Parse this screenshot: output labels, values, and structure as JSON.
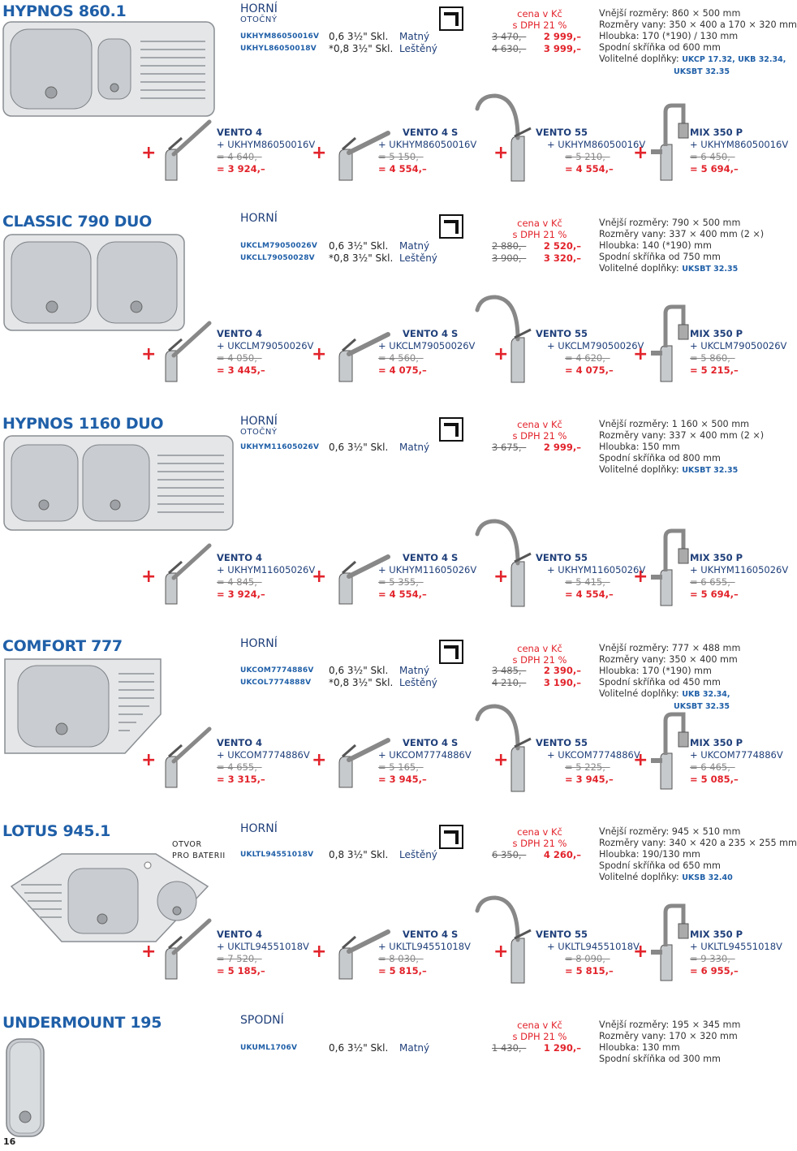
{
  "page_number": "16",
  "products": [
    {
      "title": "HYPNOS 860.1",
      "mount": "HORNÍ",
      "mount_sub": "OTOČNÝ",
      "variants": [
        {
          "code": "UKHYM86050016V",
          "thickness": "0,6",
          "size": "3½\"",
          "skl": "Skl.",
          "finish": "Matný",
          "old": "3 470,–",
          "new": "2 999,–"
        },
        {
          "code": "UKHYL86050018V",
          "thickness": "*0,8",
          "size": "3½\"",
          "skl": "Skl.",
          "finish": "Leštěný",
          "old": "4 630,–",
          "new": "3 999,–"
        }
      ],
      "price_head": [
        "cena v Kč",
        "s DPH 21 %"
      ],
      "specs": [
        "Vnější rozměry: 860 × 500 mm",
        "Rozměry vany: 350 × 400 a 170 × 320 mm",
        "Hloubka: 170 (*190) / 130 mm",
        "Spodní skříňka od 600 mm"
      ],
      "accessories_label": "Volitelné doplňky:",
      "accessories": [
        "UKCP 17.32, UKB 32.34,",
        "UKSBT 32.35"
      ],
      "combos": [
        {
          "name": "VENTO 4",
          "code": "+ UKHYM86050016V",
          "old": "= 4 640,–",
          "new": "= 3 924,–"
        },
        {
          "name": "VENTO 4 S",
          "code": "+ UKHYM86050016V",
          "old": "= 5 150,–",
          "new": "= 4 554,–"
        },
        {
          "name": "VENTO 55",
          "code": "+ UKHYM86050016V",
          "old": "= 5 210,–",
          "new": "= 4 554,–"
        },
        {
          "name": "MIX 350 P",
          "code": "+ UKHYM86050016V",
          "old": "= 6 450,–",
          "new": "= 5 694,–"
        }
      ]
    },
    {
      "title": "CLASSIC 790 DUO",
      "mount": "HORNÍ",
      "mount_sub": "",
      "variants": [
        {
          "code": "UKCLM79050026V",
          "thickness": "0,6",
          "size": "3½\"",
          "skl": "Skl.",
          "finish": "Matný",
          "old": "2 880,–",
          "new": "2 520,–"
        },
        {
          "code": "UKCLL79050028V",
          "thickness": "*0,8",
          "size": "3½\"",
          "skl": "Skl.",
          "finish": "Leštěný",
          "old": "3 900,–",
          "new": "3 320,–"
        }
      ],
      "price_head": [
        "cena v Kč",
        "s DPH 21 %"
      ],
      "specs": [
        "Vnější rozměry: 790 × 500 mm",
        "Rozměry vany: 337 × 400 mm (2 ×)",
        "Hloubka: 140 (*190) mm",
        "Spodní skříňka od 750 mm"
      ],
      "accessories_label": "Volitelné doplňky:",
      "accessories": [
        "UKSBT 32.35"
      ],
      "combos": [
        {
          "name": "VENTO 4",
          "code": "+ UKCLM79050026V",
          "old": "= 4 050,–",
          "new": "= 3 445,–"
        },
        {
          "name": "VENTO 4 S",
          "code": "+ UKCLM79050026V",
          "old": "= 4 560,–",
          "new": "= 4 075,–"
        },
        {
          "name": "VENTO 55",
          "code": "+ UKCLM79050026V",
          "old": "= 4 620,–",
          "new": "= 4 075,–"
        },
        {
          "name": "MIX 350 P",
          "code": "+ UKCLM79050026V",
          "old": "= 5 860,–",
          "new": "= 5 215,–"
        }
      ]
    },
    {
      "title": "HYPNOS 1160 DUO",
      "mount": "HORNÍ",
      "mount_sub": "OTOČNÝ",
      "variants": [
        {
          "code": "UKHYM11605026V",
          "thickness": "0,6",
          "size": "3½\"",
          "skl": "Skl.",
          "finish": "Matný",
          "old": "3 675,–",
          "new": "2 999,–"
        }
      ],
      "price_head": [
        "cena v Kč",
        "s DPH 21 %"
      ],
      "specs": [
        "Vnější rozměry: 1 160 × 500 mm",
        "Rozměry vany: 337 × 400 mm (2 ×)",
        "Hloubka: 150 mm",
        "Spodní skříňka od 800 mm"
      ],
      "accessories_label": "Volitelné doplňky:",
      "accessories": [
        "UKSBT 32.35"
      ],
      "combos": [
        {
          "name": "VENTO 4",
          "code": "+ UKHYM11605026V",
          "old": "= 4 845,–",
          "new": "= 3 924,–"
        },
        {
          "name": "VENTO 4 S",
          "code": "+ UKHYM11605026V",
          "old": "= 5 355,–",
          "new": "= 4 554,–"
        },
        {
          "name": "VENTO 55",
          "code": "+ UKHYM11605026V",
          "old": "= 5 415,–",
          "new": "= 4 554,–"
        },
        {
          "name": "MIX 350 P",
          "code": "+ UKHYM11605026V",
          "old": "= 6 655,–",
          "new": "= 5 694,–"
        }
      ]
    },
    {
      "title": "COMFORT 777",
      "mount": "HORNÍ",
      "mount_sub": "",
      "variants": [
        {
          "code": "UKCOM7774886V",
          "thickness": "0,6",
          "size": "3½\"",
          "skl": "Skl.",
          "finish": "Matný",
          "old": "3 485,–",
          "new": "2 390,–"
        },
        {
          "code": "UKCOL7774888V",
          "thickness": "*0,8",
          "size": "3½\"",
          "skl": "Skl.",
          "finish": "Leštěný",
          "old": "4 210,–",
          "new": "3 190,–"
        }
      ],
      "price_head": [
        "cena v Kč",
        "s DPH 21 %"
      ],
      "specs": [
        "Vnější rozměry: 777 × 488 mm",
        "Rozměry vany: 350 × 400 mm",
        "Hloubka: 170 (*190) mm",
        "Spodní skříňka od 450 mm"
      ],
      "accessories_label": "Volitelné doplňky:",
      "accessories": [
        "UKB 32.34,",
        "UKSBT 32.35"
      ],
      "combos": [
        {
          "name": "VENTO 4",
          "code": "+ UKCOM7774886V",
          "old": "= 4 655,–",
          "new": "= 3 315,–"
        },
        {
          "name": "VENTO 4 S",
          "code": "+ UKCOM7774886V",
          "old": "= 5 165,–",
          "new": "= 3 945,–"
        },
        {
          "name": "VENTO 55",
          "code": "+ UKCOM7774886V",
          "old": "= 5 225,–",
          "new": "= 3 945,–"
        },
        {
          "name": "MIX 350 P",
          "code": "+ UKCOM7774886V",
          "old": "= 6 465,–",
          "new": "= 5 085,–"
        }
      ]
    },
    {
      "title": "LOTUS 945.1",
      "otvor": [
        "OTVOR",
        "PRO BATERII"
      ],
      "mount": "HORNÍ",
      "mount_sub": "",
      "variants": [
        {
          "code": "UKLTL94551018V",
          "thickness": "0,8",
          "size": "3½\"",
          "skl": "Skl.",
          "finish": "Leštěný",
          "old": "6 350,–",
          "new": "4 260,–"
        }
      ],
      "price_head": [
        "cena v Kč",
        "s DPH 21 %"
      ],
      "specs": [
        "Vnější rozměry: 945 × 510 mm",
        "Rozměry vany: 340 × 420 a 235 × 255 mm",
        "Hloubka: 190/130 mm",
        "Spodní skříňka od 650 mm"
      ],
      "accessories_label": "Volitelné doplňky:",
      "accessories": [
        "UKSB 32.40"
      ],
      "combos": [
        {
          "name": "VENTO 4",
          "code": "+ UKLTL94551018V",
          "old": "= 7 520,–",
          "new": "= 5 185,–"
        },
        {
          "name": "VENTO 4 S",
          "code": "+ UKLTL94551018V",
          "old": "= 8 030,–",
          "new": "= 5 815,–"
        },
        {
          "name": "VENTO 55",
          "code": "+ UKLTL94551018V",
          "old": "= 8 090,–",
          "new": "= 5 815,–"
        },
        {
          "name": "MIX 350 P",
          "code": "+ UKLTL94551018V",
          "old": "= 9 330,–",
          "new": "= 6 955,–"
        }
      ]
    },
    {
      "title": "UNDERMOUNT 195",
      "mount": "SPODNÍ",
      "mount_sub": "",
      "variants": [
        {
          "code": "UKUML1706V",
          "thickness": "0,6",
          "size": "3½\"",
          "skl": "Skl.",
          "finish": "Matný",
          "old": "1 430,–",
          "new": "1 290,–"
        }
      ],
      "price_head": [
        "cena v Kč",
        "s DPH 21 %"
      ],
      "specs": [
        "Vnější rozměry: 195 × 345 mm",
        "Rozměry vany: 170 × 320 mm",
        "Hloubka: 130 mm",
        "Spodní skříňka od 300 mm"
      ],
      "accessories_label": "",
      "accessories": [],
      "combos": []
    }
  ],
  "plus_sign": "+"
}
